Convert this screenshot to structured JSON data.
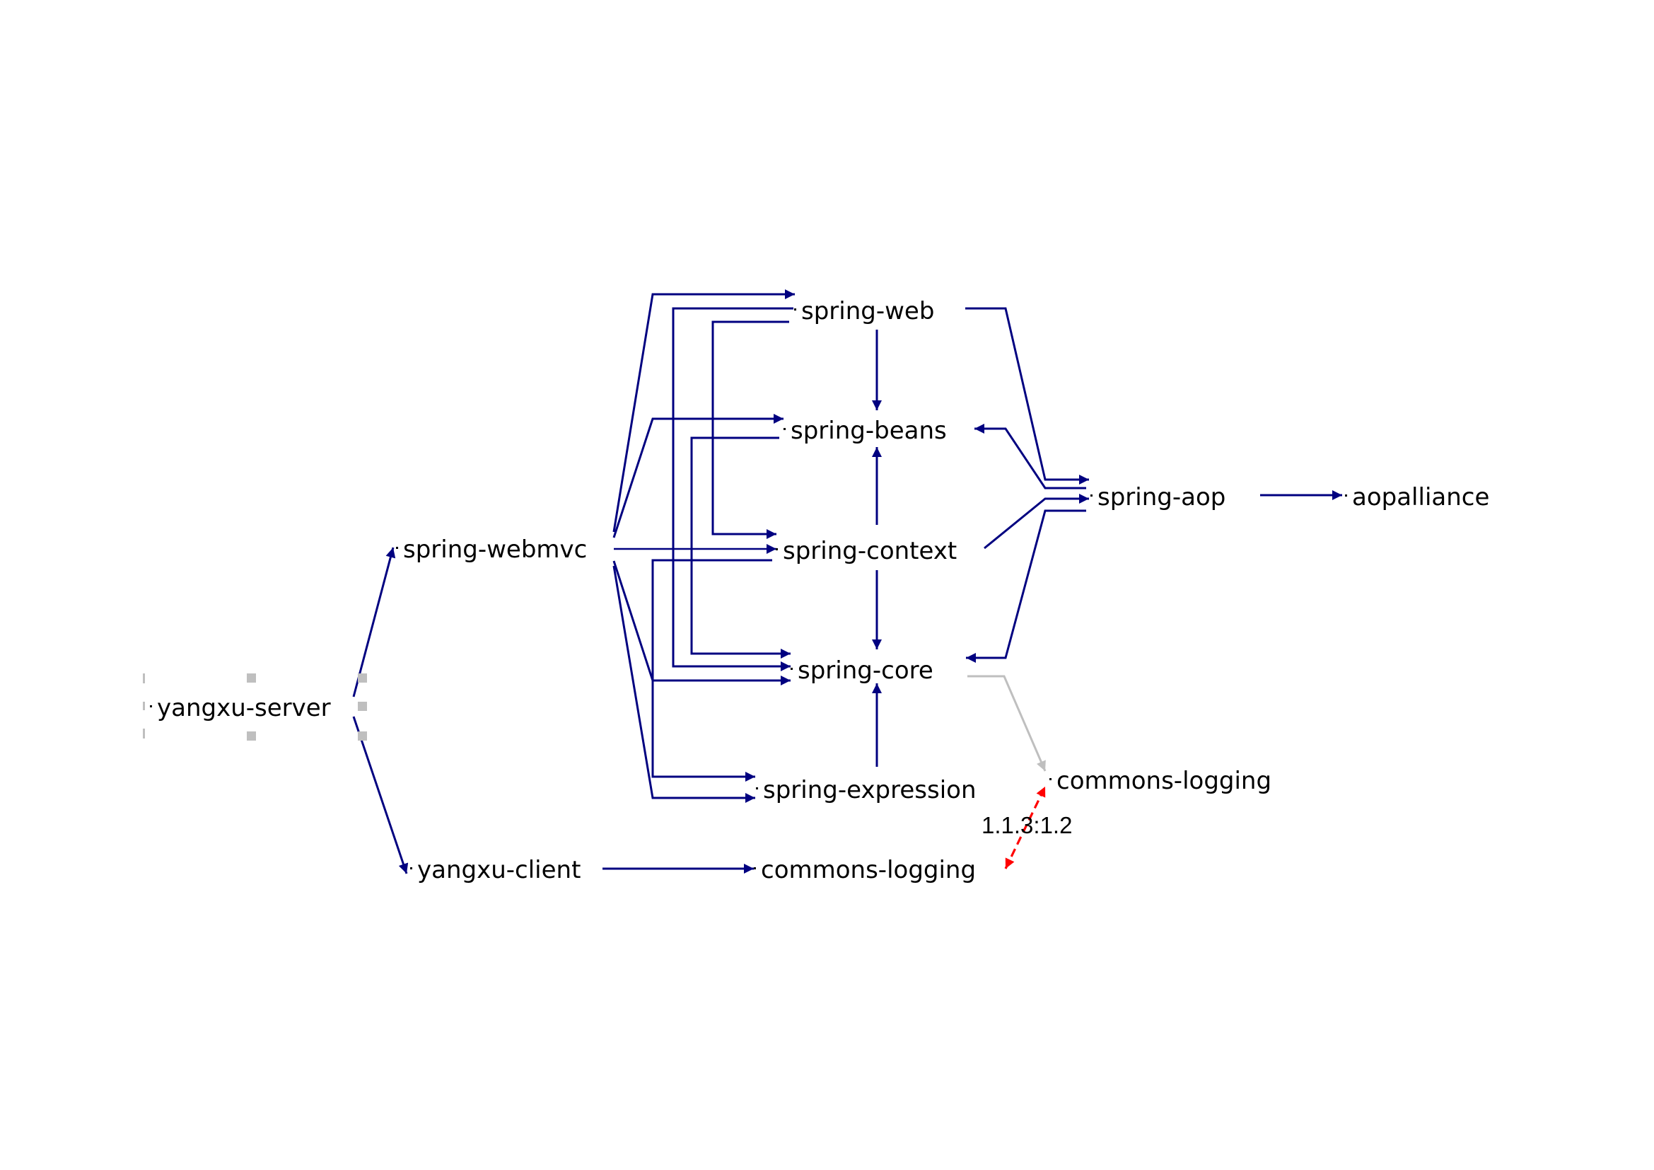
{
  "diagram": {
    "nodes": [
      {
        "id": "yangxu-server",
        "label": "yangxu-server",
        "selected": true
      },
      {
        "id": "spring-webmvc",
        "label": "spring-webmvc"
      },
      {
        "id": "yangxu-client",
        "label": "yangxu-client"
      },
      {
        "id": "spring-web",
        "label": "spring-web"
      },
      {
        "id": "spring-beans",
        "label": "spring-beans"
      },
      {
        "id": "spring-context",
        "label": "spring-context"
      },
      {
        "id": "spring-core",
        "label": "spring-core"
      },
      {
        "id": "spring-expression",
        "label": "spring-expression"
      },
      {
        "id": "commons-logging-a",
        "label": "commons-logging"
      },
      {
        "id": "spring-aop",
        "label": "spring-aop"
      },
      {
        "id": "aopalliance",
        "label": "aopalliance"
      },
      {
        "id": "commons-logging-b",
        "label": "commons-logging"
      }
    ],
    "edges": [
      {
        "from": "yangxu-server",
        "to": "spring-webmvc",
        "style": "dependency"
      },
      {
        "from": "yangxu-server",
        "to": "yangxu-client",
        "style": "dependency"
      },
      {
        "from": "yangxu-client",
        "to": "commons-logging-a",
        "style": "dependency"
      },
      {
        "from": "spring-webmvc",
        "to": "spring-web",
        "style": "dependency"
      },
      {
        "from": "spring-webmvc",
        "to": "spring-beans",
        "style": "dependency"
      },
      {
        "from": "spring-webmvc",
        "to": "spring-context",
        "style": "dependency"
      },
      {
        "from": "spring-webmvc",
        "to": "spring-core",
        "style": "dependency"
      },
      {
        "from": "spring-webmvc",
        "to": "spring-expression",
        "style": "dependency"
      },
      {
        "from": "spring-web",
        "to": "spring-beans",
        "style": "dependency"
      },
      {
        "from": "spring-web",
        "to": "spring-core",
        "style": "dependency"
      },
      {
        "from": "spring-web",
        "to": "spring-context",
        "style": "dependency"
      },
      {
        "from": "spring-web",
        "to": "spring-aop",
        "style": "dependency"
      },
      {
        "from": "spring-context",
        "to": "spring-beans",
        "style": "dependency"
      },
      {
        "from": "spring-context",
        "to": "spring-core",
        "style": "dependency"
      },
      {
        "from": "spring-context",
        "to": "spring-aop",
        "style": "dependency"
      },
      {
        "from": "spring-context",
        "to": "spring-expression",
        "style": "dependency"
      },
      {
        "from": "spring-beans",
        "to": "spring-core",
        "style": "dependency"
      },
      {
        "from": "spring-expression",
        "to": "spring-core",
        "style": "dependency"
      },
      {
        "from": "spring-aop",
        "to": "spring-beans",
        "style": "dependency"
      },
      {
        "from": "spring-aop",
        "to": "spring-core",
        "style": "dependency"
      },
      {
        "from": "spring-aop",
        "to": "aopalliance",
        "style": "dependency"
      },
      {
        "from": "spring-core",
        "to": "commons-logging-b",
        "style": "omitted"
      },
      {
        "from": "commons-logging-a",
        "to": "commons-logging-b",
        "style": "conflict",
        "label": "1.1.3:1.2"
      }
    ],
    "colors": {
      "dependency": "#000080",
      "omitted": "#bfbfbf",
      "conflict": "#ff0000",
      "selection": "#bfbfbf"
    }
  }
}
